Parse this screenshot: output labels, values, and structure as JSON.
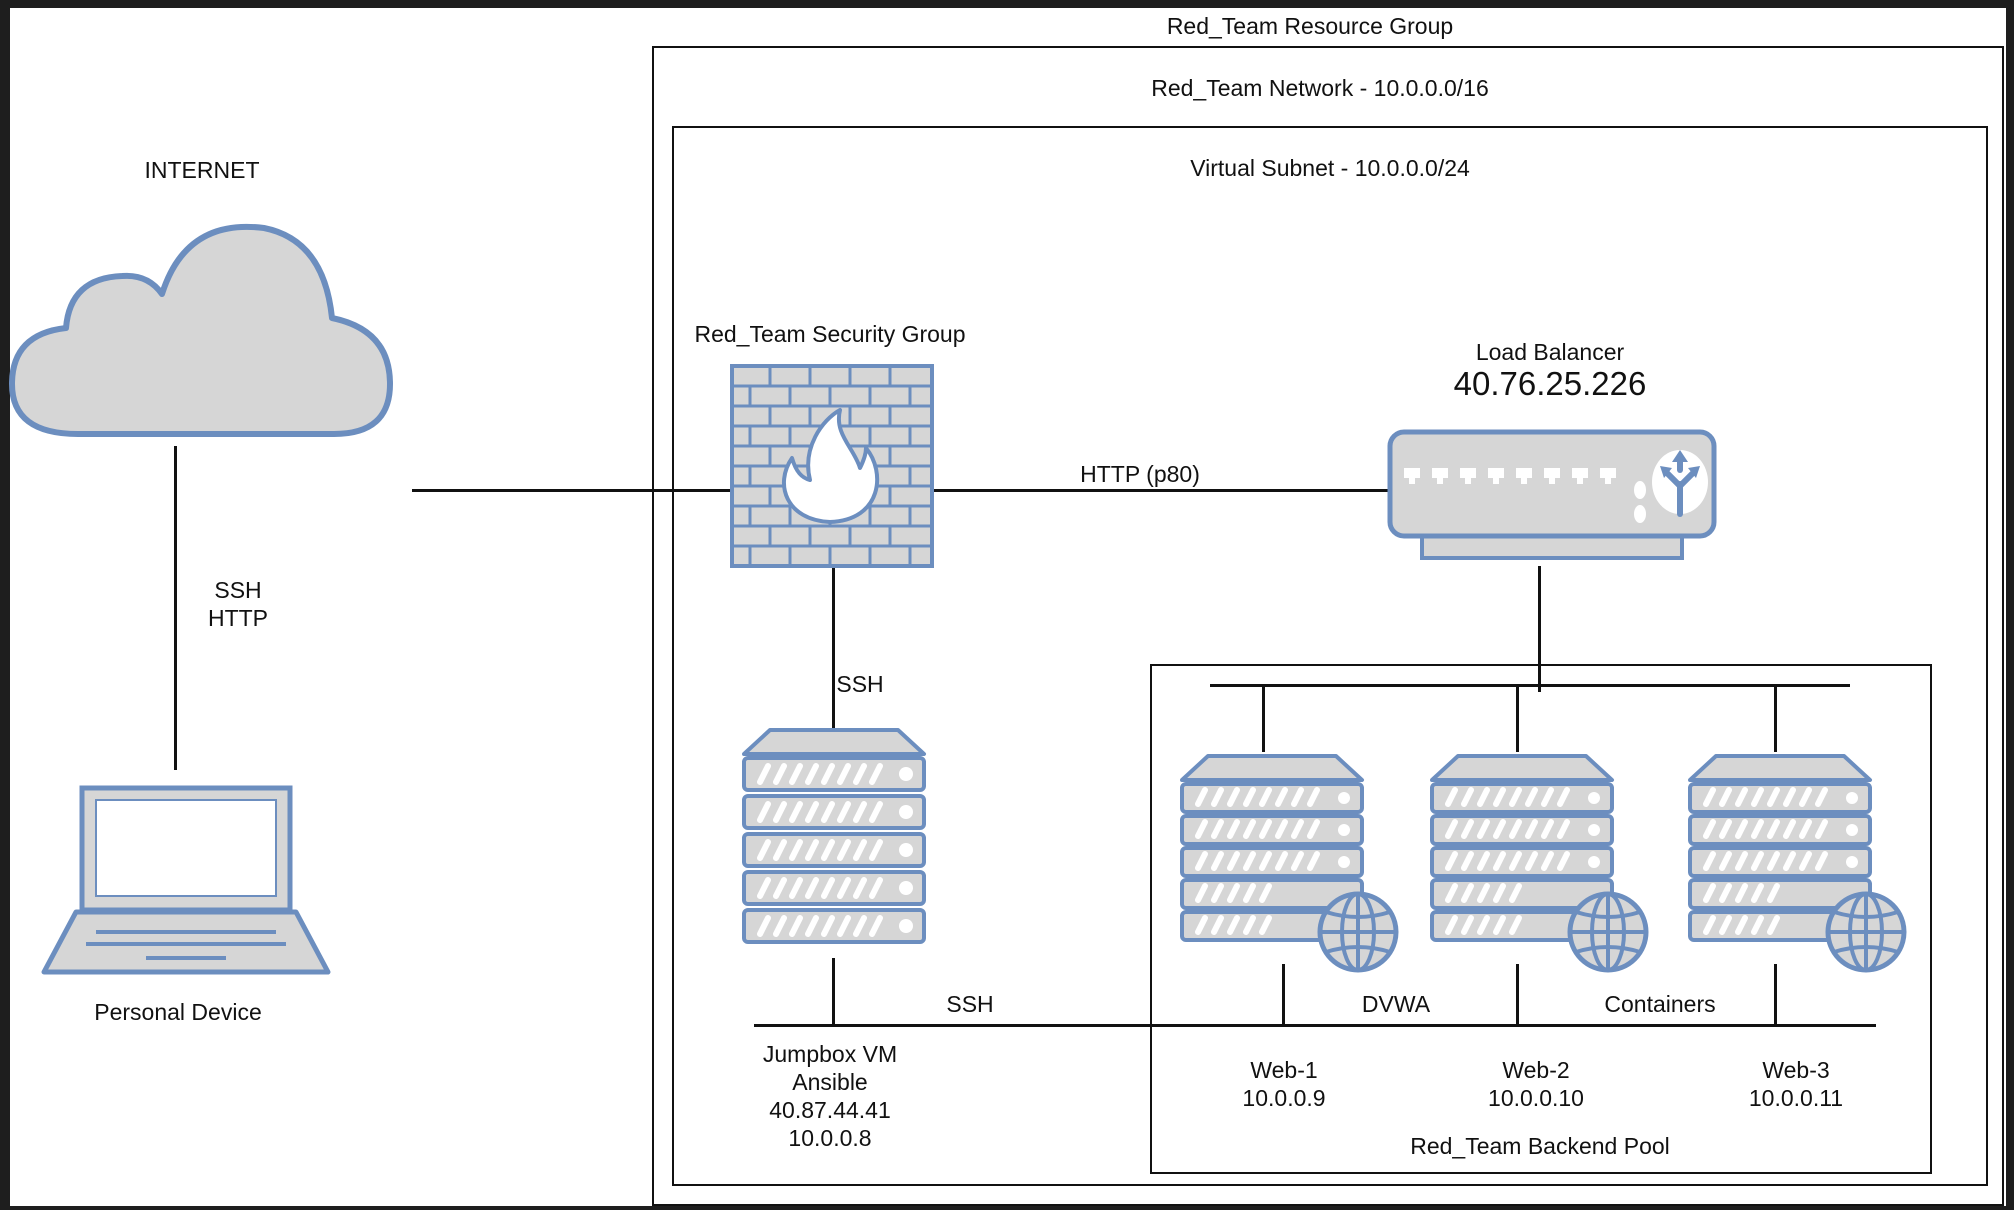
{
  "containers": {
    "resource_group": "Red_Team Resource Group",
    "network": "Red_Team Network - 10.0.0.0/16",
    "subnet": "Virtual Subnet - 10.0.0.0/24",
    "backend_pool": "Red_Team Backend Pool"
  },
  "internet": {
    "label": "INTERNET",
    "icon": "cloud-icon"
  },
  "personal_device": {
    "label": "Personal Device",
    "icon": "laptop-icon"
  },
  "links": {
    "internet_to_device": [
      "SSH",
      "HTTP"
    ],
    "firewall_to_lb": "HTTP (p80)",
    "firewall_to_jumpbox": "SSH",
    "jumpbox_to_servers": "SSH"
  },
  "security_group": {
    "label": "Red_Team Security Group",
    "icon": "firewall-icon"
  },
  "load_balancer": {
    "label": "Load Balancer",
    "ip": "40.76.25.226",
    "icon": "load-balancer-icon"
  },
  "jumpbox": {
    "lines": [
      "Jumpbox VM",
      "Ansible",
      "40.87.44.41",
      "10.0.0.8"
    ],
    "icon": "server-icon"
  },
  "pool_tags": {
    "dvwa": "DVWA",
    "containers": "Containers"
  },
  "web_servers": [
    {
      "name": "Web-1",
      "ip": "10.0.0.9",
      "icon": "web-server-icon"
    },
    {
      "name": "Web-2",
      "ip": "10.0.0.10",
      "icon": "web-server-icon"
    },
    {
      "name": "Web-3",
      "ip": "10.0.0.11",
      "icon": "web-server-icon"
    }
  ],
  "colors": {
    "icon_fill": "#d6d6d6",
    "icon_stroke": "#6c8ebf",
    "line": "#111111",
    "window_frame": "#1e1e1e"
  }
}
